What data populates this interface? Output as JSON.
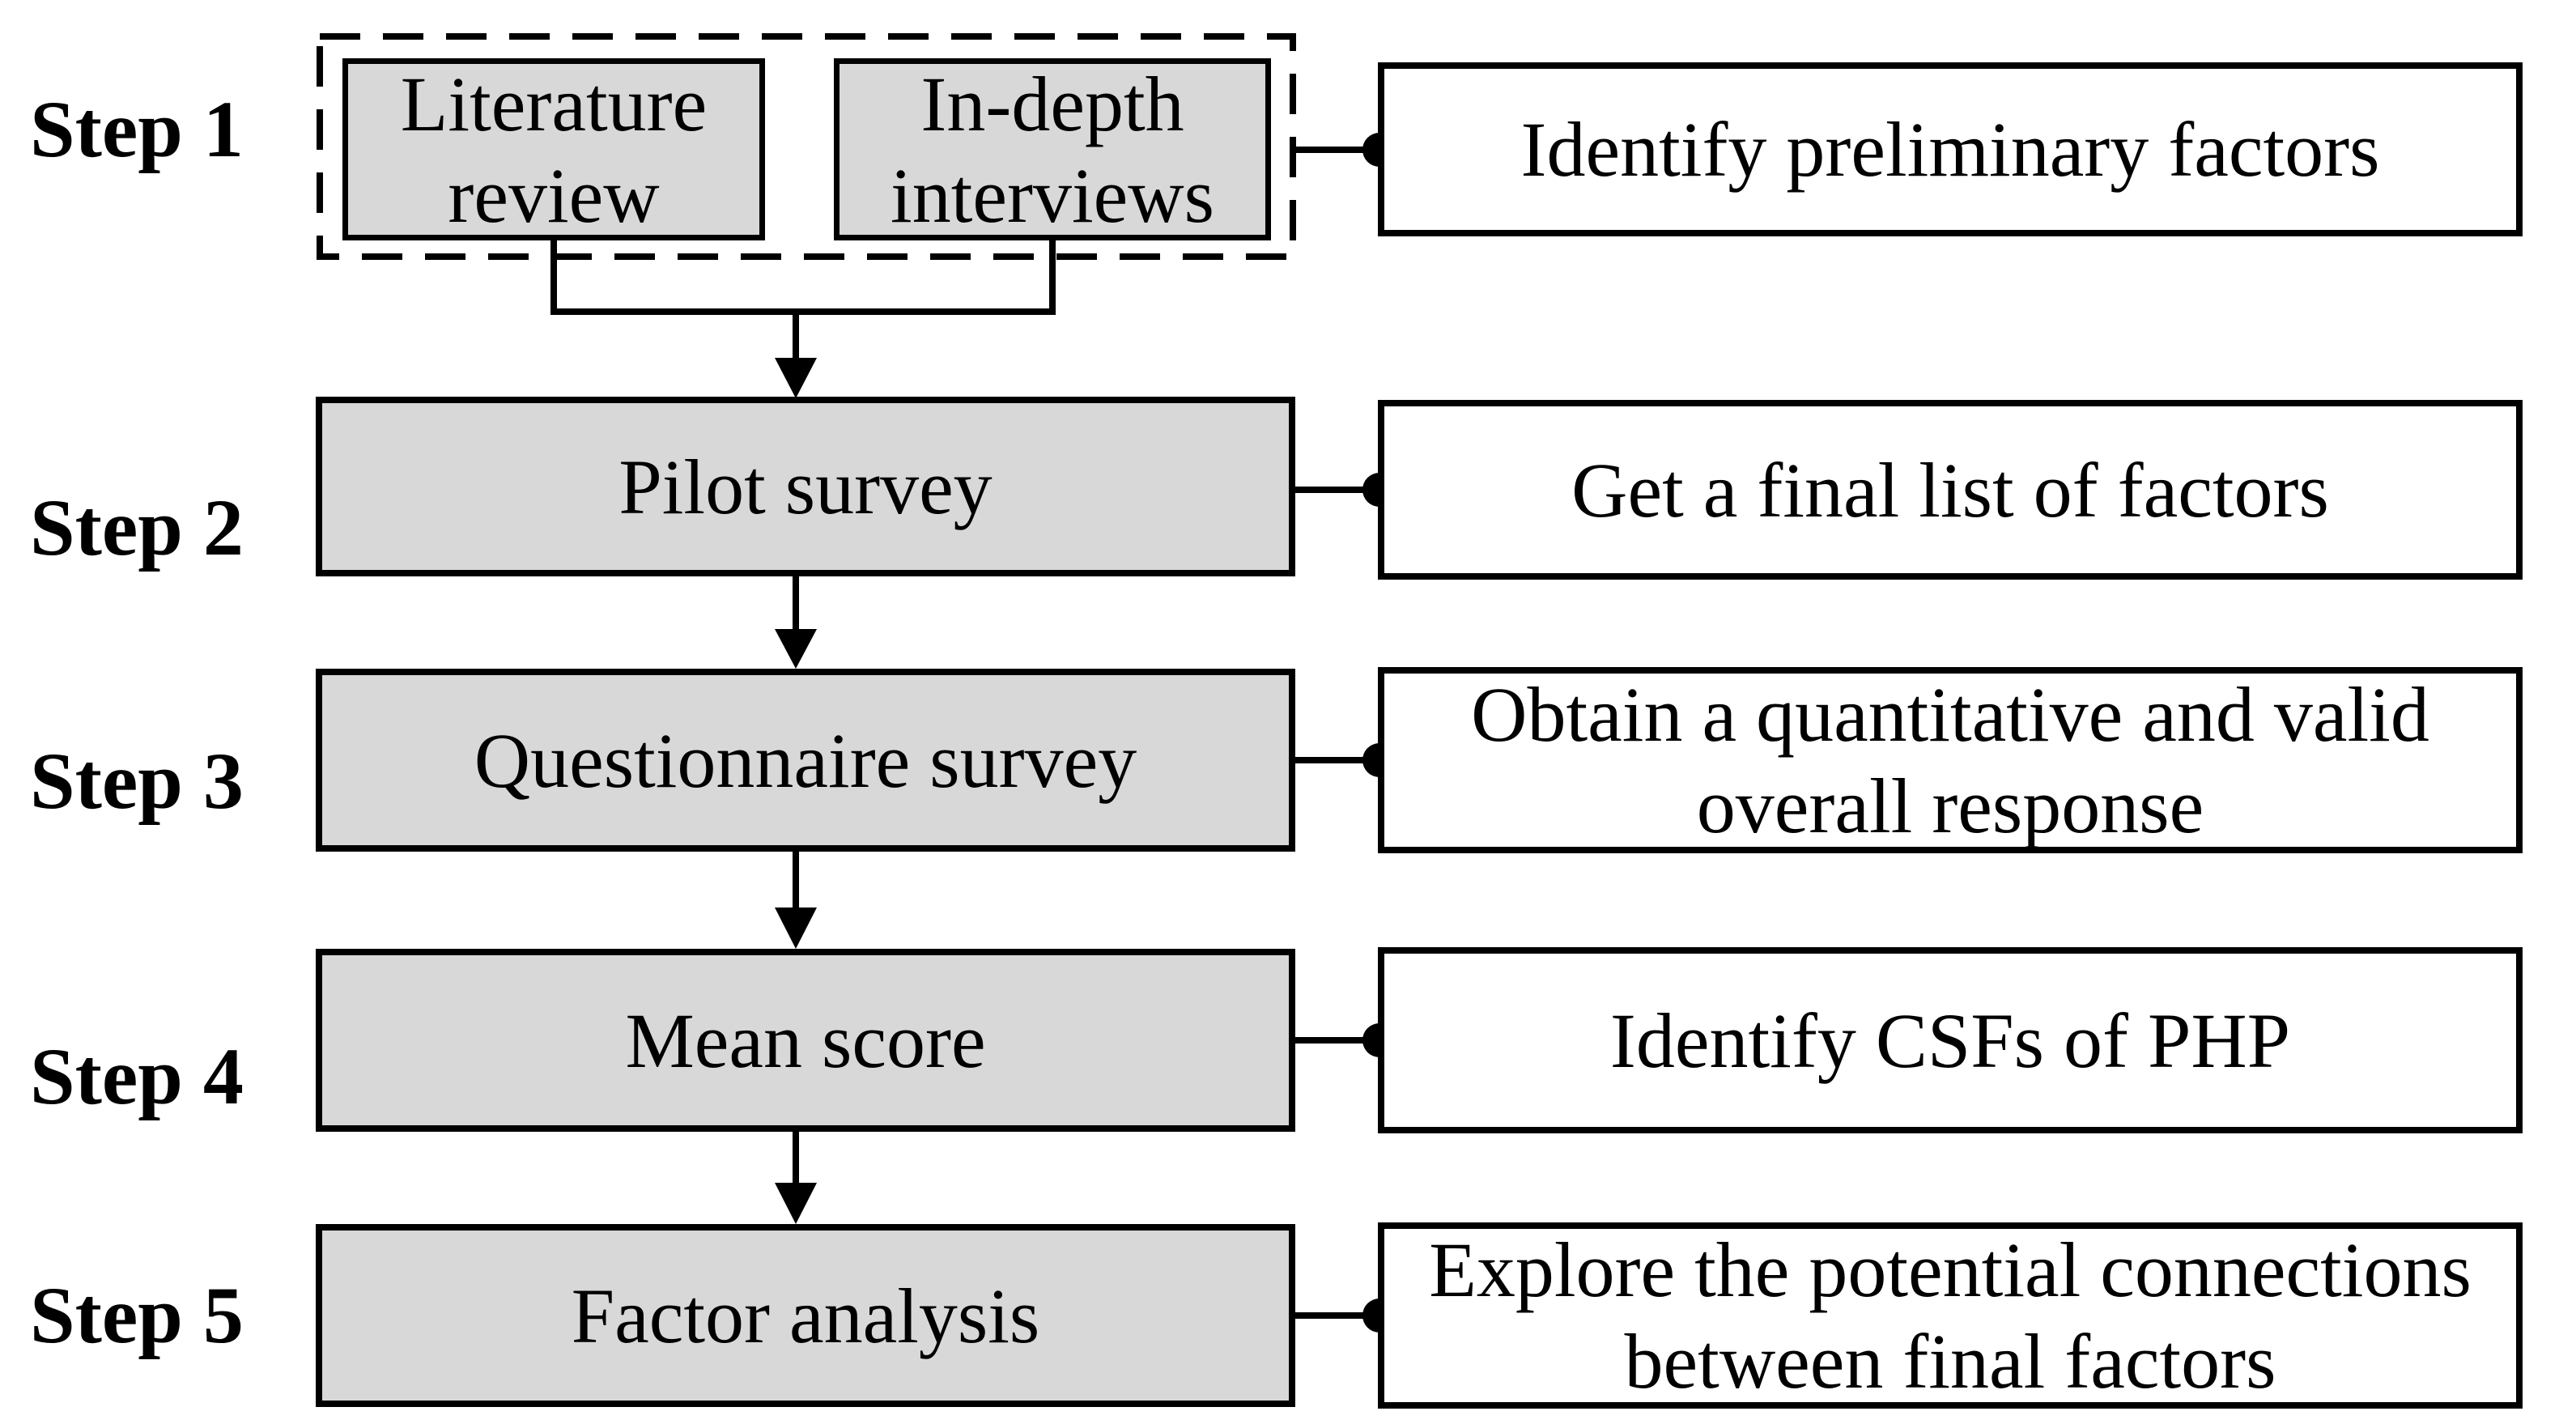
{
  "colors": {
    "background": "#ffffff",
    "process_fill": "#d8d8d8",
    "outcome_fill": "#ffffff",
    "line": "#000000",
    "text": "#000000"
  },
  "rows": [
    {
      "step": "Step 1",
      "process_boxes": [
        {
          "lines": [
            "Literature",
            "review"
          ]
        },
        {
          "lines": [
            "In-depth",
            "interviews"
          ]
        }
      ],
      "outcome_lines": [
        "Identify preliminary factors"
      ]
    },
    {
      "step": "Step 2",
      "process": "Pilot survey",
      "outcome_lines": [
        "Get a final list of factors"
      ]
    },
    {
      "step": "Step 3",
      "process": "Questionnaire survey",
      "outcome_lines": [
        "Obtain a quantitative and valid",
        "overall response"
      ]
    },
    {
      "step": "Step 4",
      "process": "Mean score",
      "outcome_lines": [
        "Identify CSFs of PHP"
      ]
    },
    {
      "step": "Step 5",
      "process": "Factor analysis",
      "outcome_lines": [
        "Explore the potential connections",
        "between final factors"
      ]
    }
  ]
}
